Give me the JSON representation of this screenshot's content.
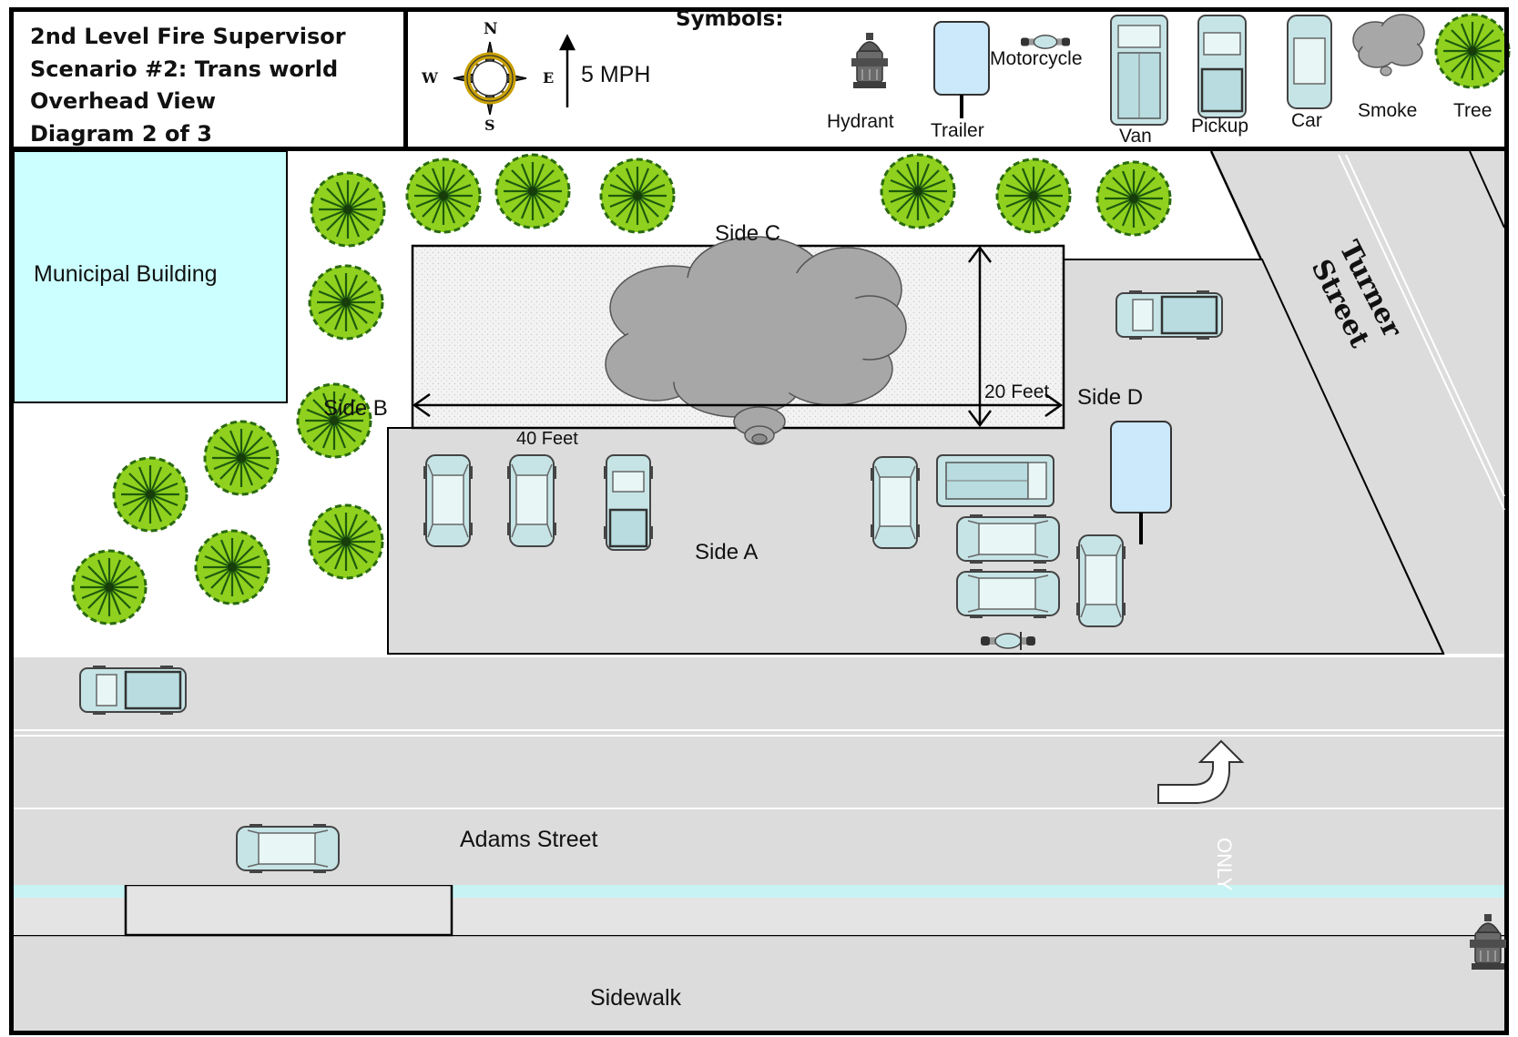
{
  "header": {
    "title_lines": [
      "2nd Level Fire Supervisor",
      "Scenario #2: Trans world",
      "Overhead View",
      "Diagram 2 of 3"
    ]
  },
  "legend": {
    "heading": "Symbols:",
    "compass": {
      "n": "N",
      "s": "S",
      "e": "E",
      "w": "W"
    },
    "wind_speed": "5 MPH",
    "items": {
      "hydrant": "Hydrant",
      "trailer": "Trailer",
      "motorcycle": "Motorcycle",
      "van": "Van",
      "pickup": "Pickup",
      "car": "Car",
      "smoke": "Smoke",
      "tree": "Tree"
    }
  },
  "map": {
    "municipal_building": "Municipal Building",
    "side_a": "Side A",
    "side_b": "Side B",
    "side_c": "Side C",
    "side_d": "Side D",
    "dim_length": "40 Feet",
    "dim_width": "20 Feet",
    "turner_street_1": "Turner",
    "turner_street_2": "Street",
    "adams_street": "Adams Street",
    "only_marking": "ONLY",
    "sidewalk": "Sidewalk"
  },
  "colors": {
    "building": "#ccffff",
    "pavement": "#dcdcdc",
    "vehicle": "#c6e4e6",
    "trailer": "#cce8fb",
    "smoke": "#a7a7a7",
    "tree_green": "#8fd11e",
    "curb": "#c8f3f5"
  }
}
